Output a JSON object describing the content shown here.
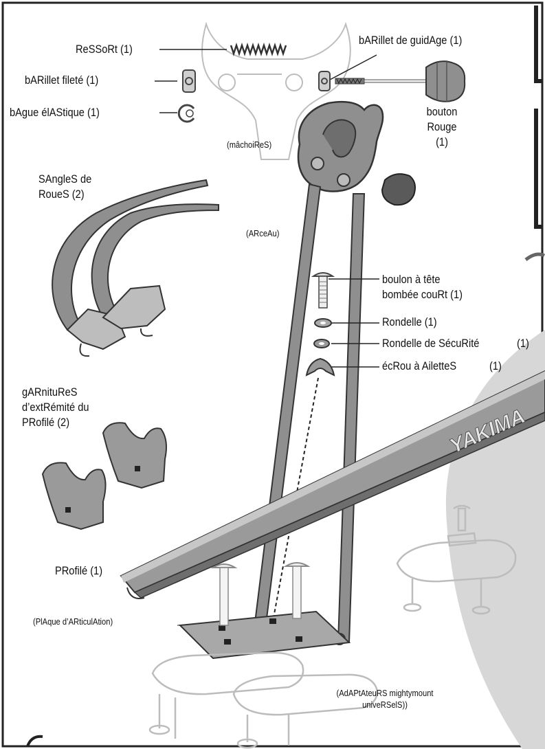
{
  "labels": {
    "ressort": "ReSSoRt (1)",
    "barillet_guidage": "bARillet de guidAge (1)",
    "barillet_filete": "bARillet fileté (1)",
    "bague_elastique": "bAgue élAStique (1)",
    "bouton_rouge": "bouton\nRouge\n(1)",
    "machoires": "(mâchoiReS)",
    "sangles": "SAngleS de\nRoueS (2)",
    "arceau": "(ARceAu)",
    "boulon": "boulon à tête\nbombée couRt (1)",
    "rondelle": "Rondelle (1)",
    "rondelle_securite": "Rondelle de SécuRité",
    "rondelle_securite_qty": "(1)",
    "ecrou": "écRou à AiletteS",
    "ecrou_qty": "(1)",
    "garnitures": "gARnituReS\nd’extRémité du\nPRofilé (2)",
    "profile": "PRofilé (1)",
    "plaque": "(PlAque d’ARticulAtion)",
    "adaptateurs": "(AdAPtAteuRS mightymount\nuniveRSelS))"
  },
  "brand_text": "YAKIMA",
  "colors": {
    "part_fill": "#8f8f8f",
    "part_dark": "#4a4a4a",
    "ghost": "#c8c8c8",
    "text": "#111111"
  }
}
